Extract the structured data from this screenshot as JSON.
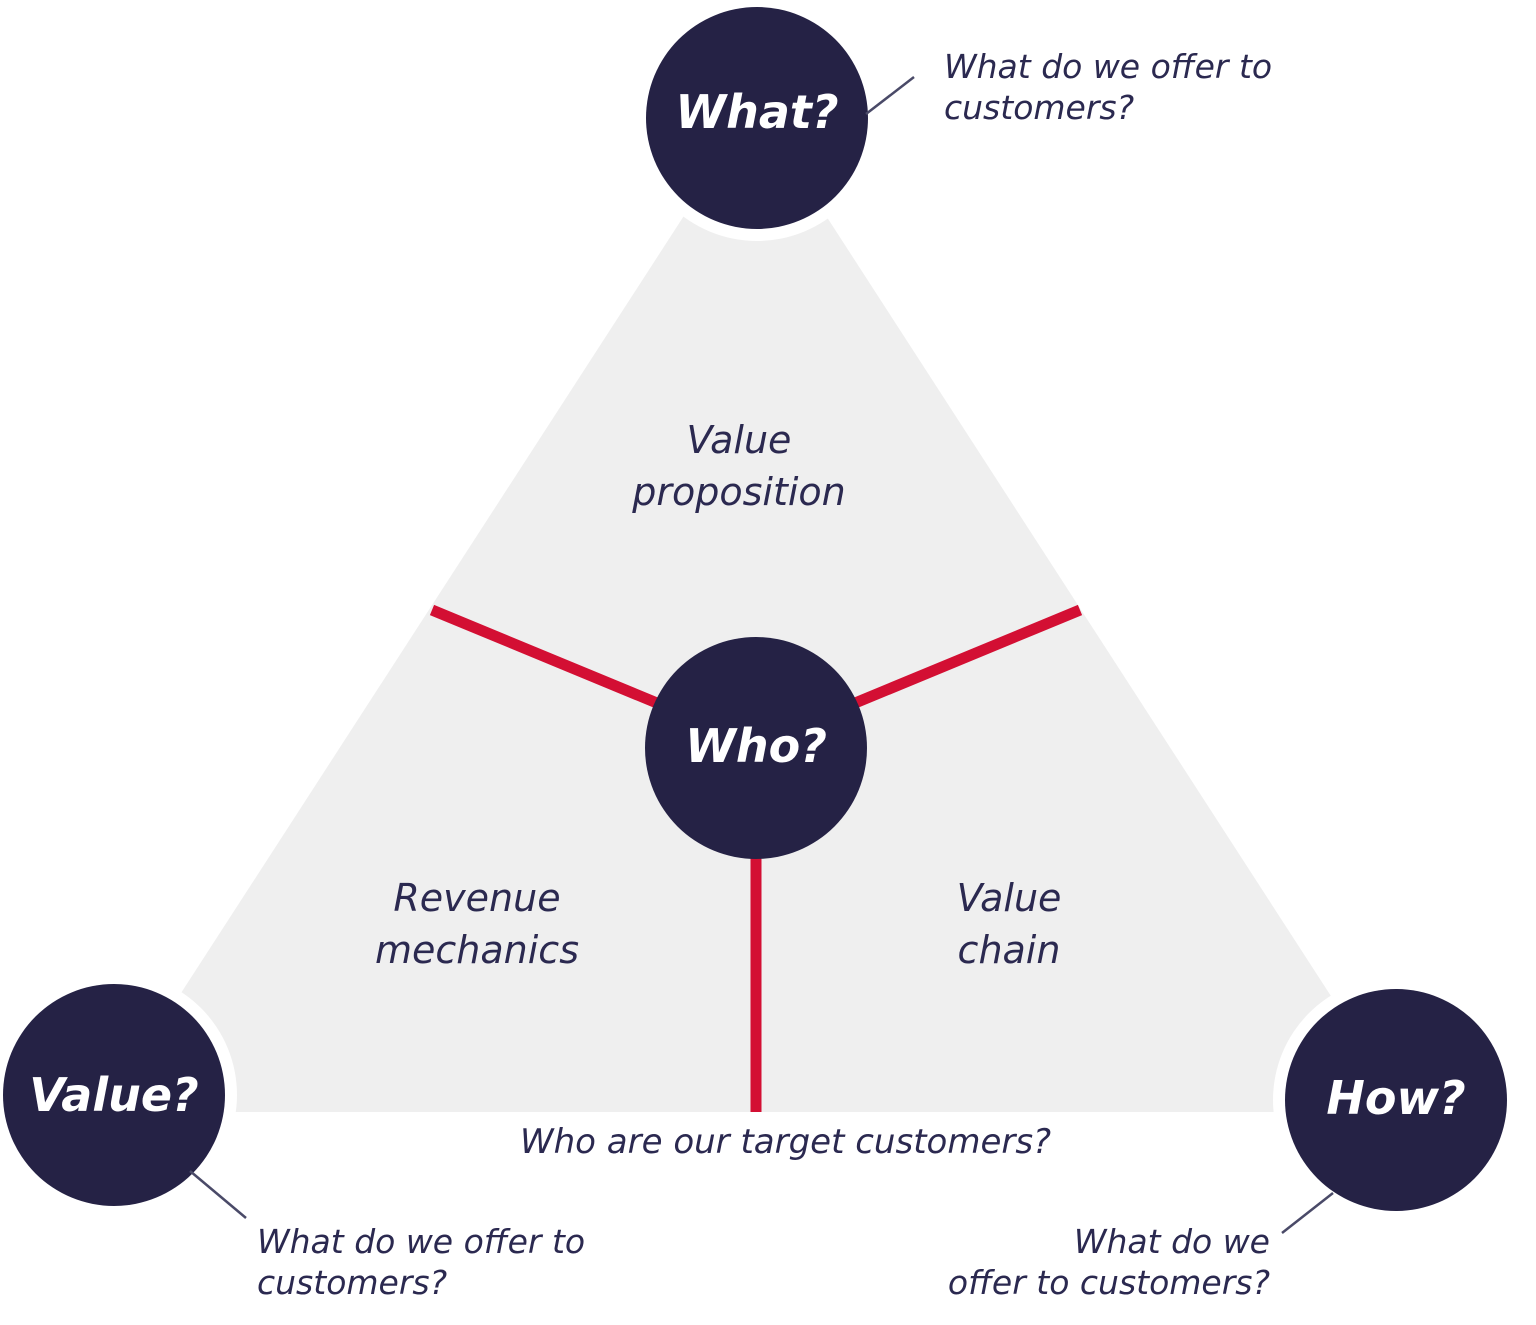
{
  "diagram": {
    "type": "business-model-triangle",
    "colors": {
      "circle_navy": "#252245",
      "triangle_gray": "#efefef",
      "spoke_red": "#d30f33",
      "text_navy": "#2b2950",
      "connector": "#4a4a68",
      "background": "#ffffff"
    },
    "nodes": {
      "what": {
        "label": "What?"
      },
      "who": {
        "label": "Who?"
      },
      "value": {
        "label": "Value?"
      },
      "how": {
        "label": "How?"
      }
    },
    "regions": {
      "value_proposition": {
        "line1": "Value",
        "line2": "proposition"
      },
      "revenue_mechanics": {
        "line1": "Revenue",
        "line2": "mechanics"
      },
      "value_chain": {
        "line1": "Value",
        "line2": "chain"
      }
    },
    "annotations": {
      "what_note": {
        "line1": "What do we offer to",
        "line2": "customers?"
      },
      "who_note": {
        "text": "Who are our target customers?"
      },
      "value_note": {
        "line1": "What do we offer to",
        "line2": "customers?"
      },
      "how_note": {
        "line1": "What do we",
        "line2": "offer to customers?"
      }
    }
  }
}
